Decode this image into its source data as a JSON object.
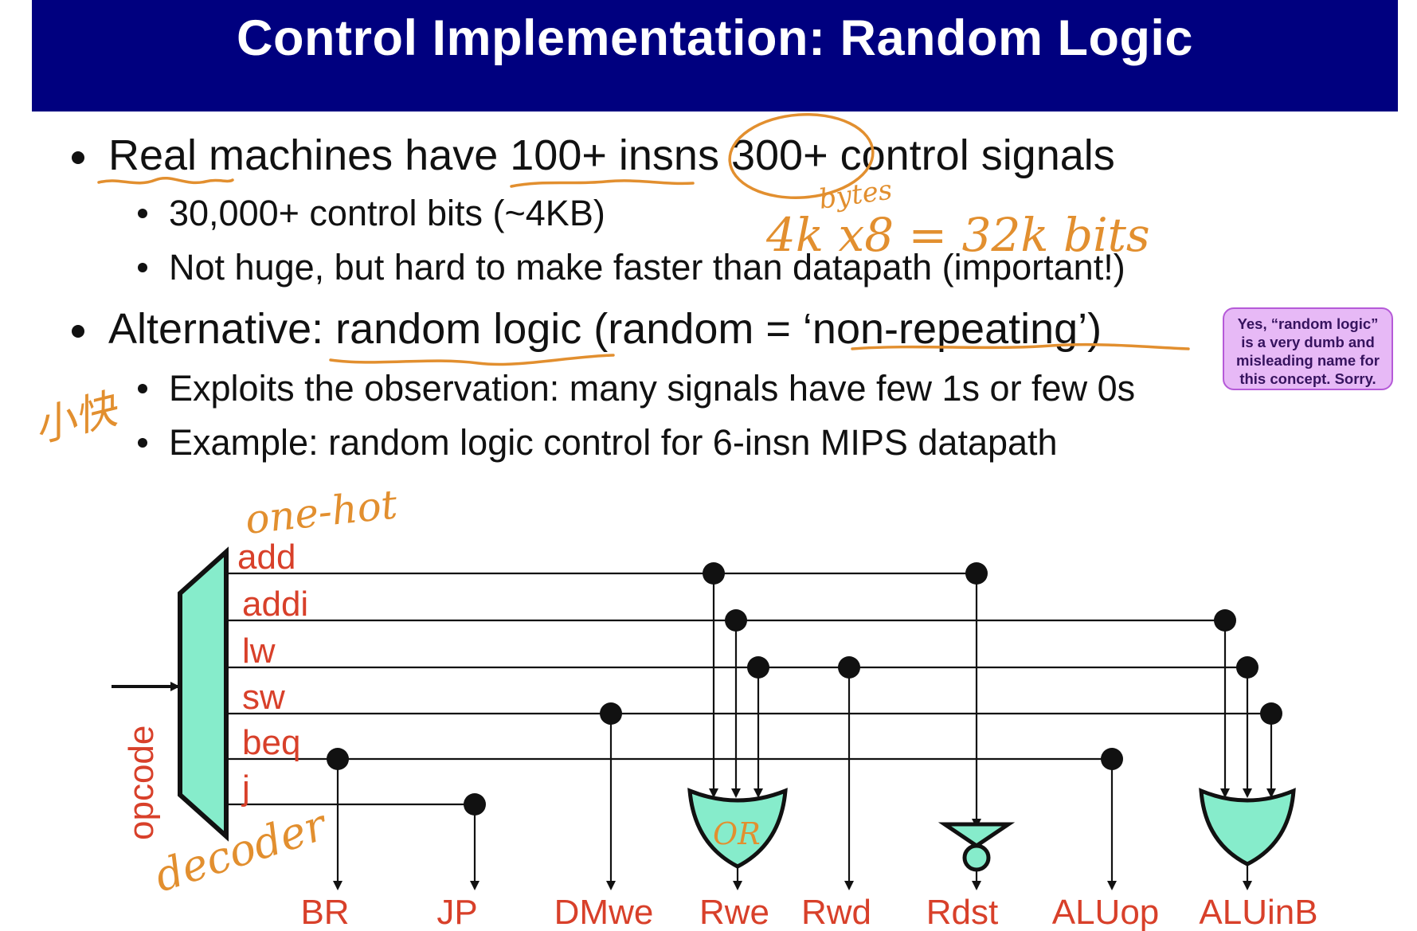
{
  "title": "Control Implementation: Random Logic",
  "bullets": [
    {
      "text": "Real machines have 100+ insns 300+ control signals",
      "sub": [
        "30,000+ control bits (~4KB)",
        "Not huge, but hard to make faster than datapath (important!)"
      ]
    },
    {
      "text": "Alternative: random logic (random = ‘non-repeating’)",
      "sub": [
        "Exploits the observation: many signals have few 1s or few 0s",
        "Example: random logic control for 6-insn MIPS datapath"
      ]
    }
  ],
  "callout": {
    "lines": [
      "Yes, “random logic”",
      "is a very dumb and",
      "misleading name for",
      "this concept. Sorry."
    ]
  },
  "annotations": {
    "bytes": "bytes",
    "formula": "4k x8 = 32k bits",
    "side_note": "小快",
    "one_hot": "one-hot",
    "or_label": "OR",
    "decoder": "decoder",
    "color": "#e28f2f"
  },
  "diagram": {
    "input_label": "opcode",
    "decoder_color": "#86eccb",
    "signal_color": "#d8402a",
    "instructions": [
      "add",
      "addi",
      "lw",
      "sw",
      "beq",
      "j"
    ],
    "outputs": [
      "BR",
      "JP",
      "DMwe",
      "Rwe",
      "Rwd",
      "Rdst",
      "ALUop",
      "ALUinB"
    ]
  }
}
